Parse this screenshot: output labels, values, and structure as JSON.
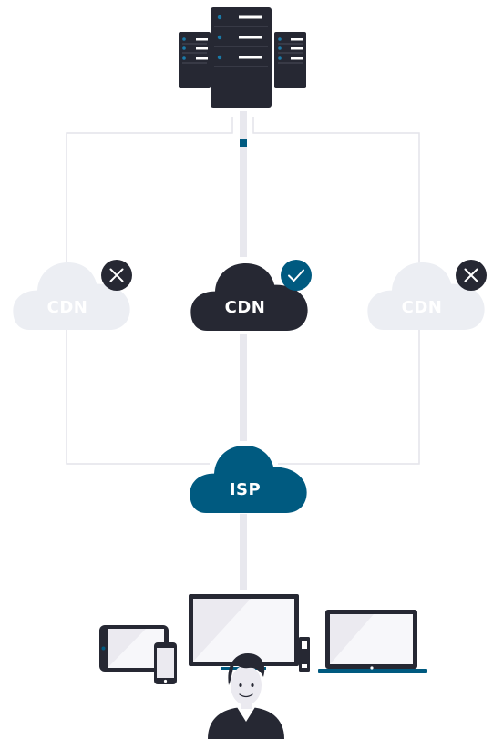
{
  "diagram": {
    "nodes": {
      "cdn_left": {
        "label": "CDN",
        "status": "unavailable",
        "status_icon": "close-icon"
      },
      "cdn_center": {
        "label": "CDN",
        "status": "selected",
        "status_icon": "check-icon"
      },
      "cdn_right": {
        "label": "CDN",
        "status": "unavailable",
        "status_icon": "close-icon"
      },
      "isp": {
        "label": "ISP"
      }
    },
    "icons": [
      "server-rack-icon",
      "cloud-icon",
      "close-icon",
      "check-icon",
      "tablet-icon",
      "smartphone-icon",
      "monitor-icon",
      "laptop-icon",
      "media-player-icon",
      "user-icon"
    ]
  },
  "colors": {
    "dark": "#262833",
    "accent": "#005a80",
    "faded_cloud": "#eceef3",
    "faded_text": "#ffffff",
    "connector": "#e8e8ee",
    "frame_line": "#e4e4ea",
    "screen": "#ebeaf0"
  }
}
